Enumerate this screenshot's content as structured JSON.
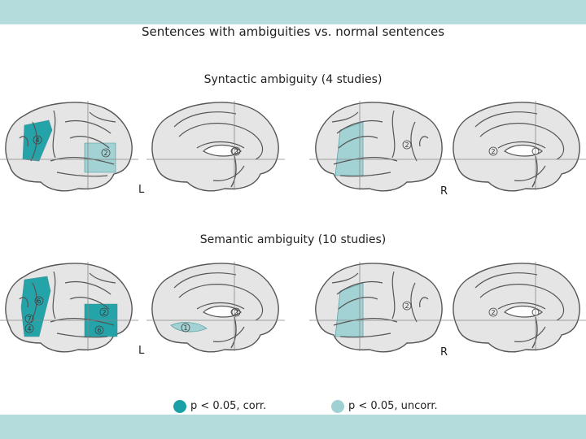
{
  "title": "Sentences with ambiguities vs. normal sentences",
  "panels": [
    {
      "subtitle": "Syntactic ambiguity (4 studies)",
      "hemisphere_labels": {
        "left": "L",
        "right": "R"
      },
      "region_marks": {
        "lateral_left": [
          "4",
          "2"
        ],
        "medial_left": [
          "2"
        ],
        "lateral_right": [
          "2"
        ],
        "medial_right": [
          "2"
        ]
      }
    },
    {
      "subtitle": "Semantic ambiguity (10 studies)",
      "hemisphere_labels": {
        "left": "L",
        "right": "R"
      },
      "region_marks": {
        "lateral_left": [
          "6",
          "7",
          "4",
          "2",
          "6"
        ],
        "medial_left": [
          "2",
          "1"
        ],
        "lateral_right": [
          "2"
        ],
        "medial_right": [
          "2"
        ]
      }
    }
  ],
  "legend": {
    "corrected": "p < 0.05, corr.",
    "uncorrected": "p < 0.05, uncorr."
  },
  "colors": {
    "band": "#b5dcdc",
    "corrected": "#1aa0a6",
    "uncorrected": "#9fd1d4",
    "brain_fill": "#e5e5e5",
    "outline": "#555555"
  }
}
